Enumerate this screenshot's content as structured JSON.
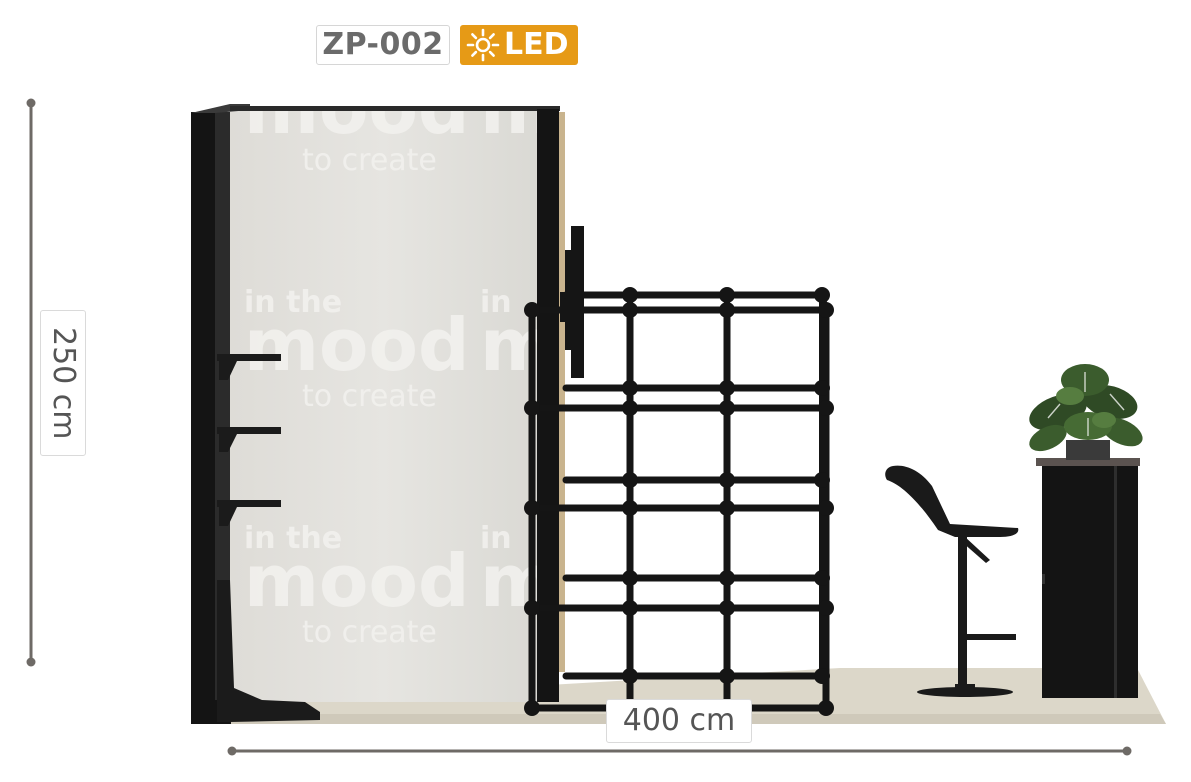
{
  "header": {
    "model_code": "ZP-002",
    "led_label": "LED",
    "led_icon": "sun-icon"
  },
  "dimensions": {
    "height_label": "250 cm",
    "width_label": "400 cm"
  },
  "wall_graphic": {
    "line1": "in the",
    "line2": "mood",
    "line3": "to create",
    "cut_line2": "m",
    "cut_line1": "in"
  },
  "colors": {
    "led_badge": "#e69a16",
    "dimension_line": "#6e6a66",
    "structure": "#141414",
    "wall": "#e4e3df",
    "floor": "#dcd7c9",
    "graphic_text": "#f2f1ee"
  }
}
